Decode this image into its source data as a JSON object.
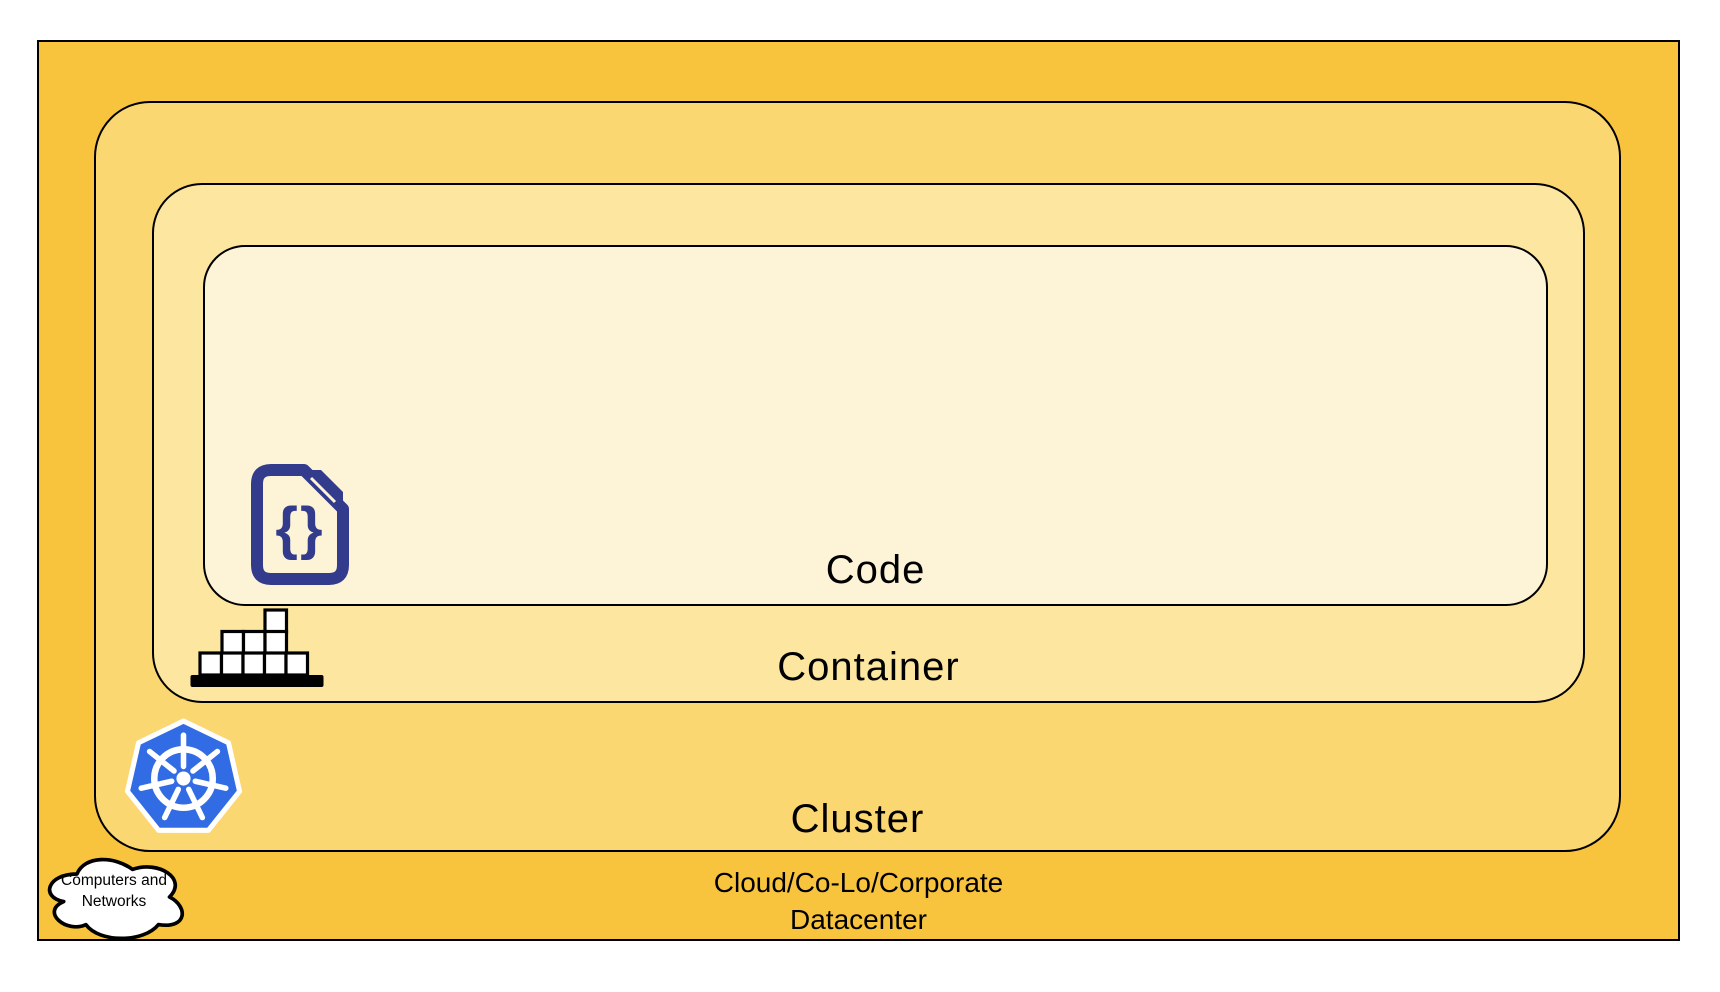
{
  "layers": {
    "code": {
      "label": "Code"
    },
    "container": {
      "label": "Container"
    },
    "cluster": {
      "label": "Cluster"
    },
    "datacenter": {
      "label_line1": "Cloud/Co-Lo/Corporate",
      "label_line2": "Datacenter"
    }
  },
  "cloud_callout": {
    "line1": "Computers and",
    "line2": "Networks"
  },
  "icons": {
    "code_file": "code-file-icon",
    "code_glyph": "{}",
    "container_blocks": "container-blocks-icon",
    "kubernetes": "kubernetes-icon",
    "cloud": "cloud-icon"
  },
  "colors": {
    "datacenter_fill": "#f8c33d",
    "cluster_fill": "#fbd772",
    "container_fill": "#fce6a0",
    "code_fill": "#fdf4d7",
    "border_color": "#000000",
    "icon_navy": "#333b8c",
    "kubernetes_blue": "#326ce5",
    "shape_white": "#ffffff"
  }
}
